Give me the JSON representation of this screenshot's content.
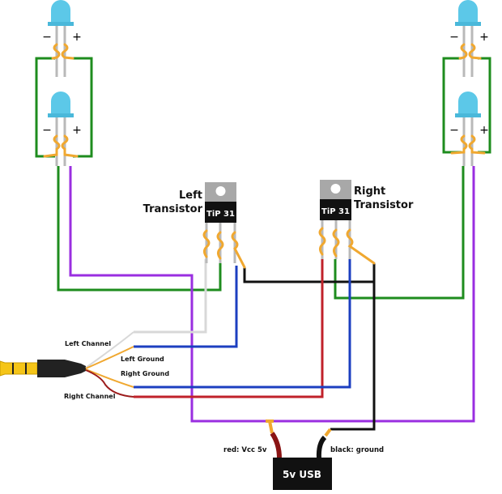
{
  "colors": {
    "green": "#1e8c1e",
    "purple": "#9a2ee0",
    "black": "#111111",
    "red": "#c0222a",
    "blue": "#1c3fc0",
    "white": "#d8d8d8",
    "led": "#5cc8e8",
    "solder": "#f0a830"
  },
  "leds": [
    {
      "minus": "−",
      "plus": "+"
    },
    {
      "minus": "−",
      "plus": "+"
    },
    {
      "minus": "−",
      "plus": "+"
    },
    {
      "minus": "−",
      "plus": "+"
    }
  ],
  "transistors": {
    "left": {
      "label_line1": "Left",
      "label_line2": "Transistor",
      "part": "TiP 31"
    },
    "right": {
      "label_line1": "Right",
      "label_line2": "Transistor",
      "part": "TiP 31"
    }
  },
  "jack": {
    "left_channel": "Left Channel",
    "left_ground": "Left Ground",
    "right_ground": "Right Ground",
    "right_channel": "Right Channel"
  },
  "usb": {
    "label": "5v USB",
    "red_label": "red: Vcc 5v",
    "black_label": "black: ground"
  }
}
